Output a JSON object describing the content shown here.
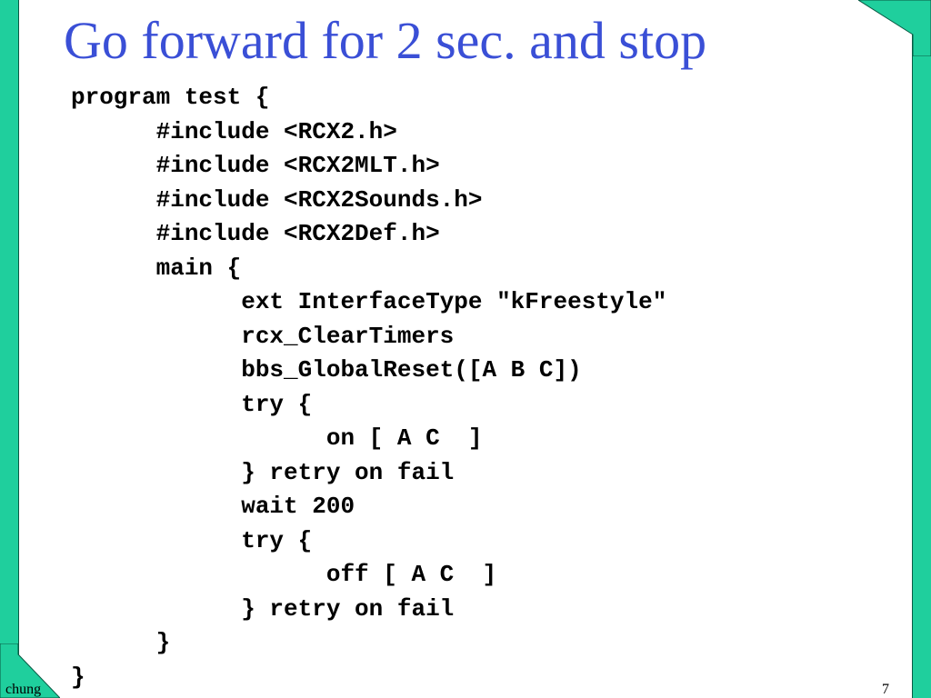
{
  "slide": {
    "title": "Go forward for 2 sec. and stop",
    "code_lines": [
      "program test {",
      "      #include <RCX2.h>",
      "      #include <RCX2MLT.h>",
      "      #include <RCX2Sounds.h>",
      "      #include <RCX2Def.h>",
      "      main {",
      "            ext InterfaceType \"kFreestyle\"",
      "            rcx_ClearTimers",
      "            bbs_GlobalReset([A B C])",
      "            try {",
      "                  on [ A C  ]",
      "            } retry on fail",
      "            wait 200",
      "            try {",
      "                  off [ A C  ]",
      "            } retry on fail",
      "      }",
      "}"
    ],
    "footer_author": "chung",
    "page_number": "7"
  },
  "colors": {
    "background": "#ffffff",
    "accent_bar": "#1fcf9d",
    "title": "#3a4fd6",
    "code": "#000000"
  }
}
